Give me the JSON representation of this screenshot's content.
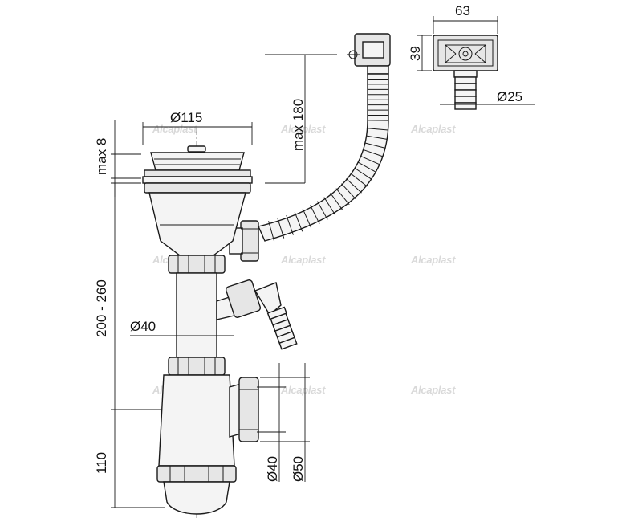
{
  "dimensions": {
    "top_width": "63",
    "top_height": "39",
    "outlet_diameter": "Ø25",
    "strainer_diameter": "Ø115",
    "overflow_height": "max 180",
    "flange_thickness": "max 8",
    "total_height": "200 - 260",
    "pipe_diameter": "Ø40",
    "trap_height": "110",
    "outlet_diameter_small": "Ø40",
    "outlet_diameter_large": "Ø50"
  },
  "watermark": "Alcaplast",
  "colors": {
    "line": "#1a1a1a",
    "fill": "#f4f4f4",
    "watermark": "#d9d9d9"
  }
}
